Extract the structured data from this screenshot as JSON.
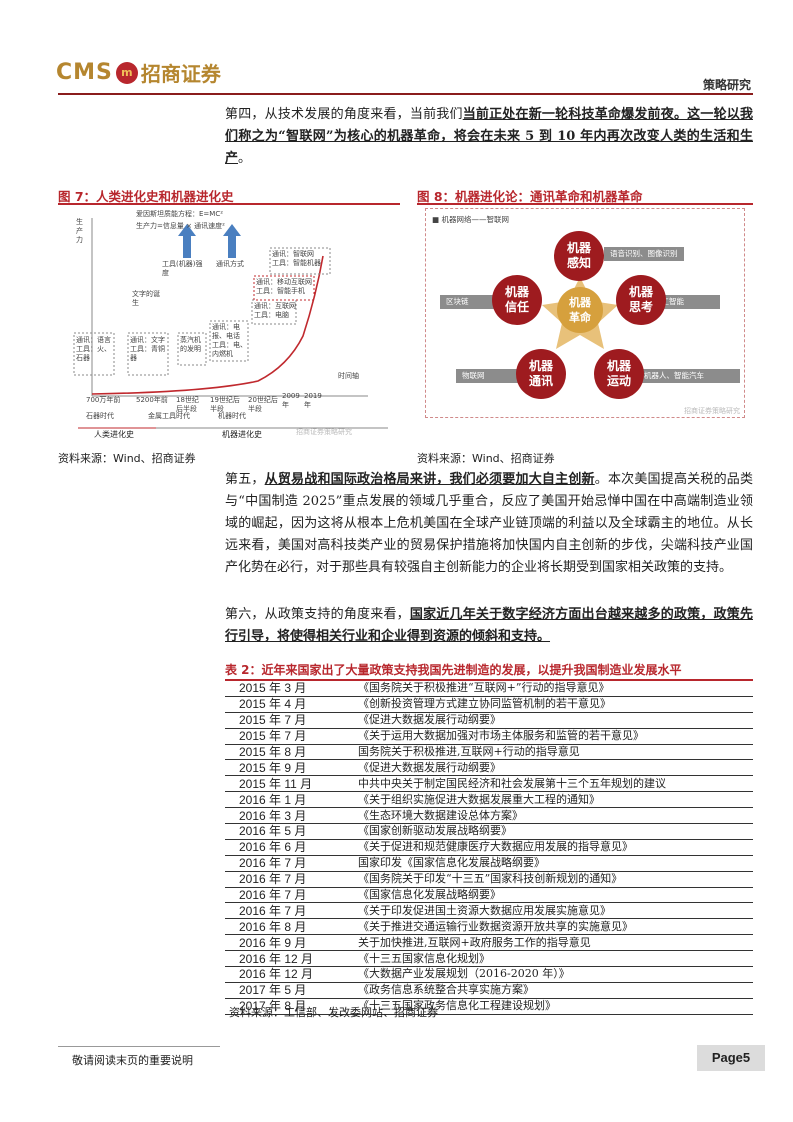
{
  "header": {
    "logo_latin": "CMS",
    "logo_mark": "m",
    "logo_cn": "招商证券",
    "section": "策略研究"
  },
  "para4": {
    "prefix": "第四，从技术发展的角度来看，当前我们",
    "emph1": "当前正处在新一轮科技革命爆发前夜。这一轮以我们称之为“智联网”为核心的机器革命，将会在未来 5 到 10 年内再次改变人类的生活和生产",
    "suffix": "。"
  },
  "fig7": {
    "title": "图 7：人类进化史和机器进化史",
    "source": "资料来源：Wind、招商证券",
    "y_label": "生产力",
    "formula1": "爱因斯坦质能方程：E=MC²",
    "formula2": "生产力=信息量 × 通讯速度²",
    "arrow1": "工具(机器)强度",
    "arrow2": "通讯方式",
    "axis": "时间轴",
    "writing": "文字的诞生",
    "box1": "通讯：语言\n工具：火、石器",
    "box2": "通讯：文字\n工具：青铜器",
    "box3": "蒸汽机的发明",
    "box4": "通讯：电报、电话\n工具：电、内燃机",
    "box5": "通讯：互联网\n工具：电脑",
    "box6": "通讯：移动互联网\n工具：智能手机",
    "box7": "通讯：智联网\n工具：智能机器",
    "t1": "700万年前",
    "t2": "5200年前",
    "t3": "18世纪后半段",
    "t4": "19世纪后半段",
    "t5": "20世纪后半段",
    "t6": "2009年",
    "t7": "2019年",
    "era1": "石器时代",
    "era2": "金属工具时代",
    "era3": "机器时代",
    "hist1": "人类进化史",
    "hist2": "机器进化史",
    "watermark": "招商证券策略研究"
  },
  "fig8": {
    "title": "图 8：机器进化论：通讯革命和机器革命",
    "source": "资料来源：Wind、招商证券",
    "legend": "机器网络——智联网",
    "center": "机器\n革命",
    "c_top": "机器\n感知",
    "c_right": "机器\n思考",
    "c_left": "机器\n信任",
    "c_bl": "机器\n通讯",
    "c_br": "机器\n运动",
    "b_top": "语音识别、图像识别",
    "b_right": "人工智能",
    "b_left": "区块链",
    "b_bl": "物联网",
    "b_br": "机器人、智能汽车",
    "watermark": "招商证券策略研究"
  },
  "para5": {
    "prefix": "第五，",
    "emph": "从贸易战和国际政治格局来讲，我们必须要加大自主创新",
    "rest": "。本次美国提高关税的品类与“中国制造 2025”重点发展的领域几乎重合，反应了美国开始忌惮中国在中高端制造业领域的崛起，因为这将从根本上危机美国在全球产业链顶端的利益以及全球霸主的地位。从长远来看，美国对高科技类产业的贸易保护措施将加快国内自主创新的步伐，尖端科技产业国产化势在必行，对于那些具有较强自主创新能力的企业将长期受到国家相关政策的支持。"
  },
  "para6": {
    "prefix": "第六，从政策支持的角度来看，",
    "emph": "国家近几年关于数字经济方面出台越来越多的政策，政策先行引导，将使得相关行业和企业得到资源的倾斜和支持。"
  },
  "table2": {
    "title": "表 2：近年来国家出了大量政策支持我国先进制造的发展，以提升我国制造业发展水平",
    "source": "资料来源：工信部、发改委网站、招商证券",
    "rows": [
      {
        "date": "2015 年 3 月",
        "doc": "《国务院关于积极推进“互联网+”行动的指导意见》"
      },
      {
        "date": "2015 年 4 月",
        "doc": "《创新投资管理方式建立协同监管机制的若干意见》"
      },
      {
        "date": "2015 年 7 月",
        "doc": "《促进大数据发展行动纲要》"
      },
      {
        "date": "2015 年 7 月",
        "doc": "《关于运用大数据加强对市场主体服务和监管的若干意见》"
      },
      {
        "date": "2015 年 8 月",
        "doc": "国务院关于积极推进,互联网+行动的指导意见"
      },
      {
        "date": "2015 年 9 月",
        "doc": "《促进大数据发展行动纲要》"
      },
      {
        "date": "2015 年 11 月",
        "doc": "中共中央关于制定国民经济和社会发展第十三个五年规划的建议"
      },
      {
        "date": "2016 年 1 月",
        "doc": "《关于组织实施促进大数据发展重大工程的通知》"
      },
      {
        "date": "2016 年 3 月",
        "doc": "《生态环境大数据建设总体方案》"
      },
      {
        "date": "2016 年 5 月",
        "doc": "《国家创新驱动发展战略纲要》"
      },
      {
        "date": "2016 年 6 月",
        "doc": "《关于促进和规范健康医疗大数据应用发展的指导意见》"
      },
      {
        "date": "2016 年 7 月",
        "doc": "国家印发《国家信息化发展战略纲要》"
      },
      {
        "date": "2016 年 7 月",
        "doc": "《国务院关于印发“十三五”国家科技创新规划的通知》"
      },
      {
        "date": "2016 年 7 月",
        "doc": "《国家信息化发展战略纲要》"
      },
      {
        "date": "2016 年 7 月",
        "doc": "《关于印发促进国土资源大数据应用发展实施意见》"
      },
      {
        "date": "2016 年 8 月",
        "doc": "《关于推进交通运输行业数据资源开放共享的实施意见》"
      },
      {
        "date": "2016 年 9 月",
        "doc": "关于加快推进,互联网+政府服务工作的指导意见"
      },
      {
        "date": "2016 年 12 月",
        "doc": "《十三五国家信息化规划》"
      },
      {
        "date": "2016 年 12 月",
        "doc": "《大数据产业发展规划（2016-2020 年）》"
      },
      {
        "date": "2017 年 5 月",
        "doc": "《政务信息系统整合共享实施方案》"
      },
      {
        "date": "2017 年 8 月",
        "doc": "《十三五国家政务信息化工程建设规划》"
      }
    ]
  },
  "footer": {
    "note": "敬请阅读末页的重要说明",
    "page": "Page5"
  }
}
